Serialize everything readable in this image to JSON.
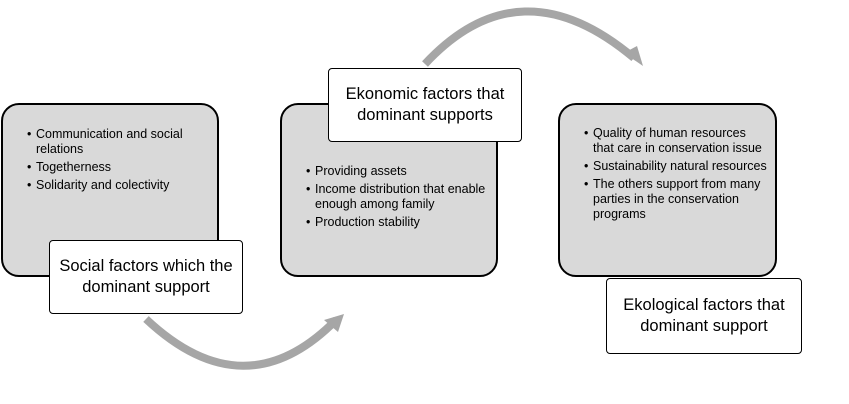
{
  "panels": [
    {
      "name": "social",
      "items": [
        "Communication and social relations",
        "Togetherness",
        "Solidarity and colectivity"
      ],
      "label": "Social factors which the dominant support"
    },
    {
      "name": "economic",
      "items": [
        "Providing assets",
        "Income distribution that enable enough among family",
        "Production stability"
      ],
      "label": "Ekonomic factors that dominant supports"
    },
    {
      "name": "ecological",
      "items": [
        "Quality of human resources that care in conservation issue",
        "Sustainability natural resources",
        "The others support from many parties in the conservation programs"
      ],
      "label": "Ekological factors that dominant support"
    }
  ],
  "colors": {
    "panel_fill": "#d9d9d9",
    "arrow": "#a6a6a6",
    "border": "#000000"
  }
}
